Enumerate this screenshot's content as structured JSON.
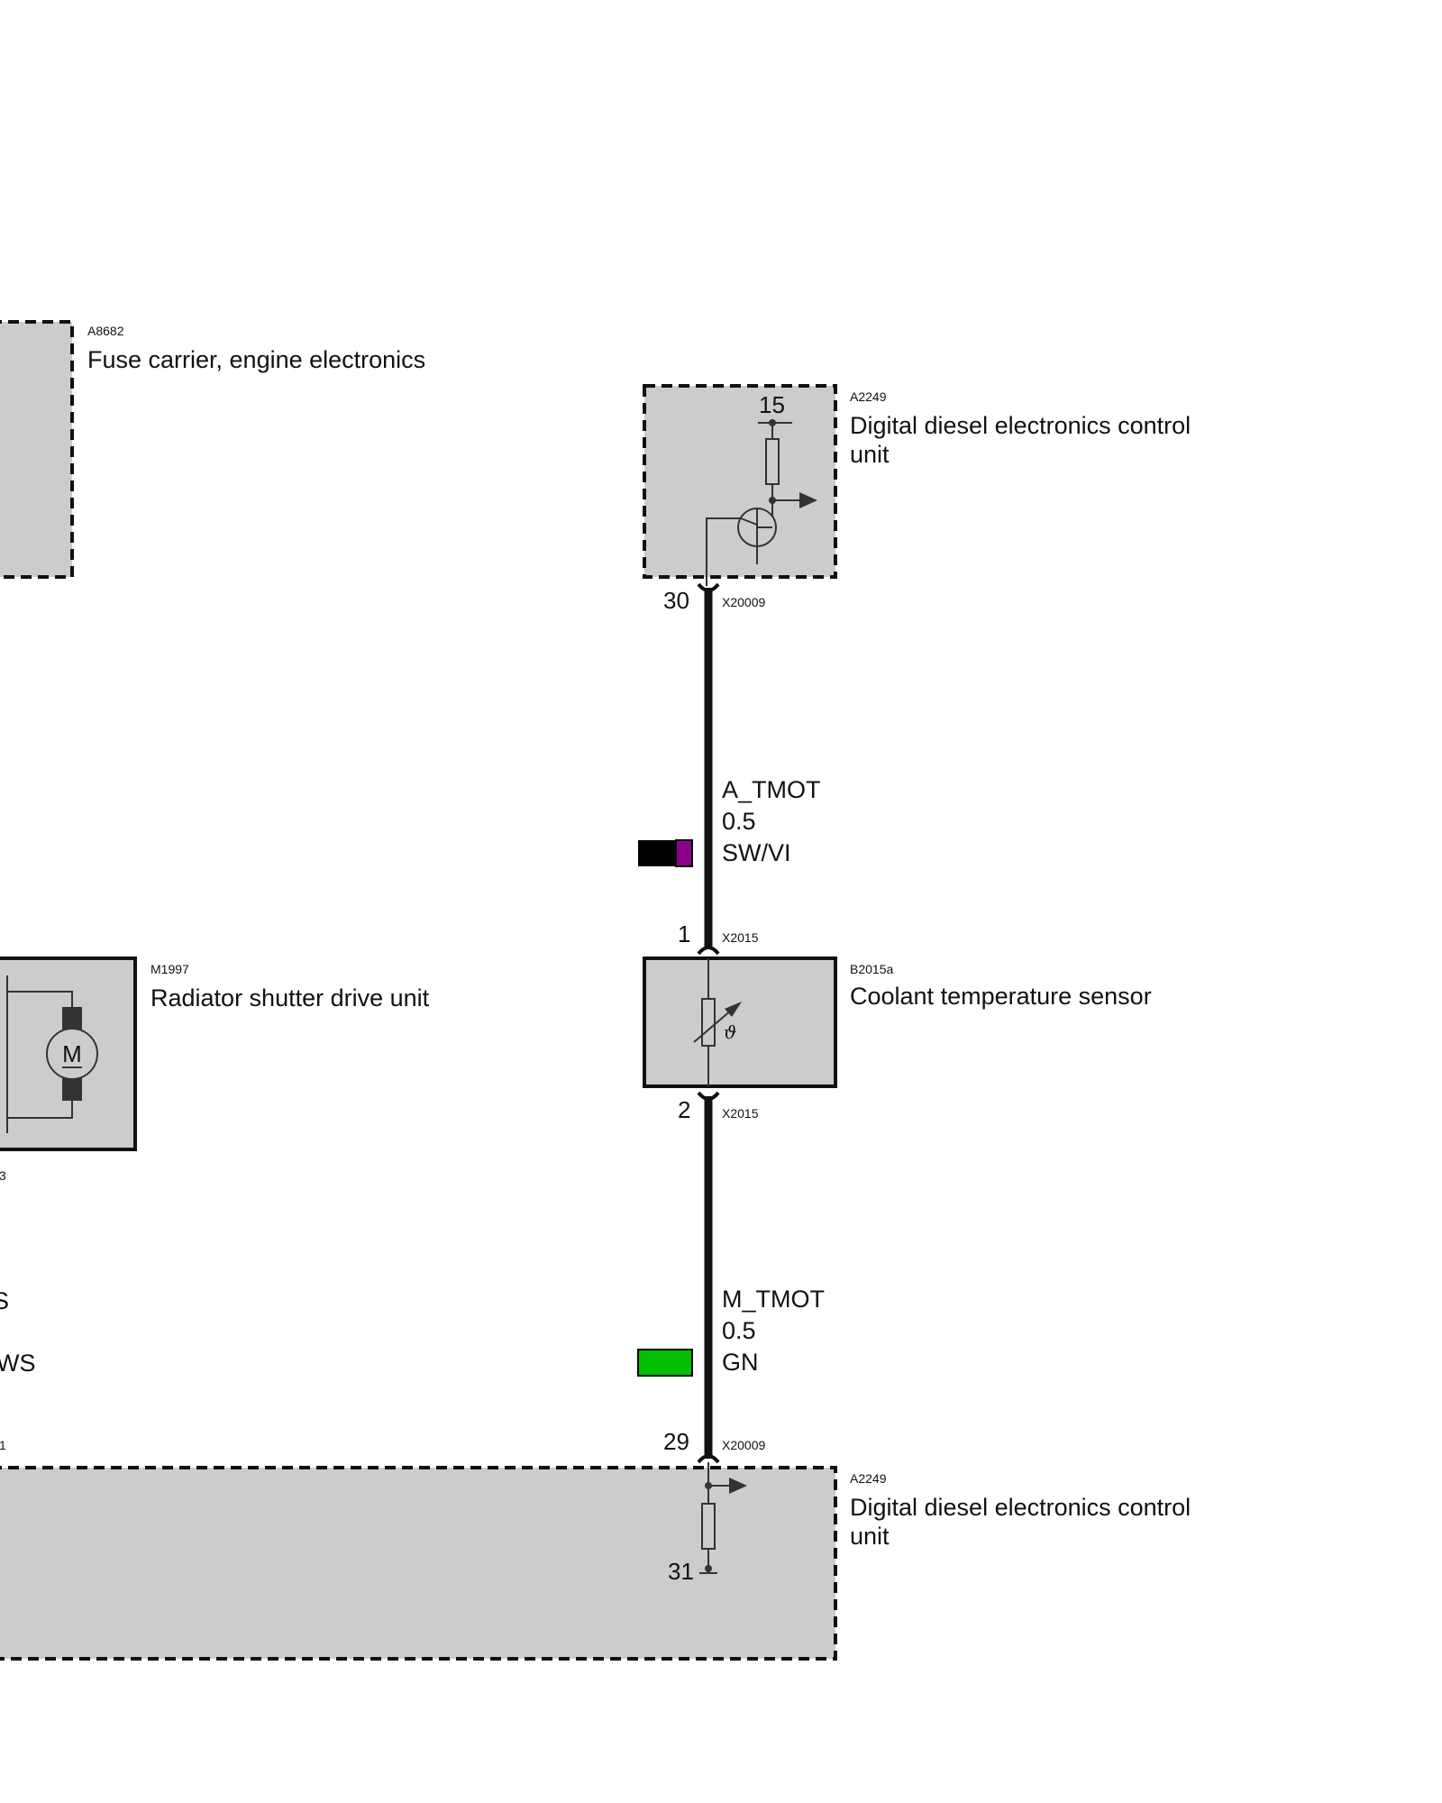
{
  "components": {
    "fuse_carrier": {
      "id": "A8682",
      "name": "Fuse carrier, engine electronics"
    },
    "dde_top": {
      "id": "A2249",
      "name_line1": "Digital diesel electronics control",
      "name_line2": "unit",
      "internal_pin": "15"
    },
    "radiator_shutter": {
      "id": "M1997",
      "name": "Radiator shutter drive unit",
      "motor_symbol": "M",
      "partial_connector": "3"
    },
    "coolant_sensor": {
      "id": "B2015a",
      "name": "Coolant temperature sensor",
      "symbol": "ϑ"
    },
    "dde_bottom": {
      "id": "A2249",
      "name_line1": "Digital diesel electronics control",
      "name_line2": "unit",
      "internal_pin": "31",
      "partial_connector": "1"
    }
  },
  "connectors": {
    "dde_top_pin": {
      "pin": "30",
      "connector": "X20009"
    },
    "sensor_pin1": {
      "pin": "1",
      "connector": "X2015"
    },
    "sensor_pin2": {
      "pin": "2",
      "connector": "X2015"
    },
    "dde_bottom_pin": {
      "pin": "29",
      "connector": "X20009"
    }
  },
  "wires": {
    "signal": {
      "name": "A_TMOT",
      "cross_section": "0.5",
      "color_code": "SW/VI",
      "colors": [
        "#000000",
        "#8b008b"
      ]
    },
    "ground": {
      "name": "M_TMOT",
      "cross_section": "0.5",
      "color_code": "GN",
      "colors": [
        "#00c000"
      ]
    }
  },
  "partial_left_labels": {
    "upper": "S",
    "lower": "WS"
  }
}
